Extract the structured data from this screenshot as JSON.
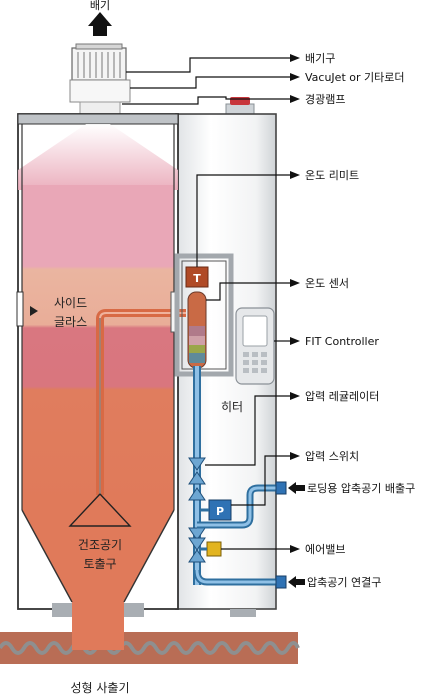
{
  "labels": {
    "exhaust_top": "배기",
    "exhaust_port": "배기구",
    "loader": "VacuJet or 기타로더",
    "warning_lamp": "경광램프",
    "temp_limit": "온도 리미트",
    "temp_sensor": "온도 센서",
    "fit_controller": "FIT Controller",
    "heater": "히터",
    "pressure_regulator": "압력 레귤레이터",
    "pressure_switch": "압력 스위치",
    "loading_exhaust": "로딩용 압축공기 배출구",
    "air_valve": "에어밸브",
    "air_connection": "압축공기 연결구",
    "side_glass_1": "사이드",
    "side_glass_2": "글라스",
    "dry_air_outlet_1": "건조공기",
    "dry_air_outlet_2": "토출구",
    "molding_machine": "성형 사출기",
    "t_badge": "T",
    "p_badge": "P"
  },
  "colors": {
    "hopper_pink_top": "#e8a3b3",
    "hopper_peach": "#e9b09c",
    "hopper_rose": "#d97880",
    "hopper_orange": "#e07a5c",
    "pipe_orange": "#d86a45",
    "air_blue": "#6da6d2",
    "air_blue_dark": "#2f6f9f",
    "frame_gray": "#c4c8cc",
    "badge_brown": "#b04a26",
    "badge_blue": "#2f72b4",
    "valve_yellow": "#e2b420",
    "lamp_red": "#c8363c",
    "screw_brown": "#b96d55"
  }
}
